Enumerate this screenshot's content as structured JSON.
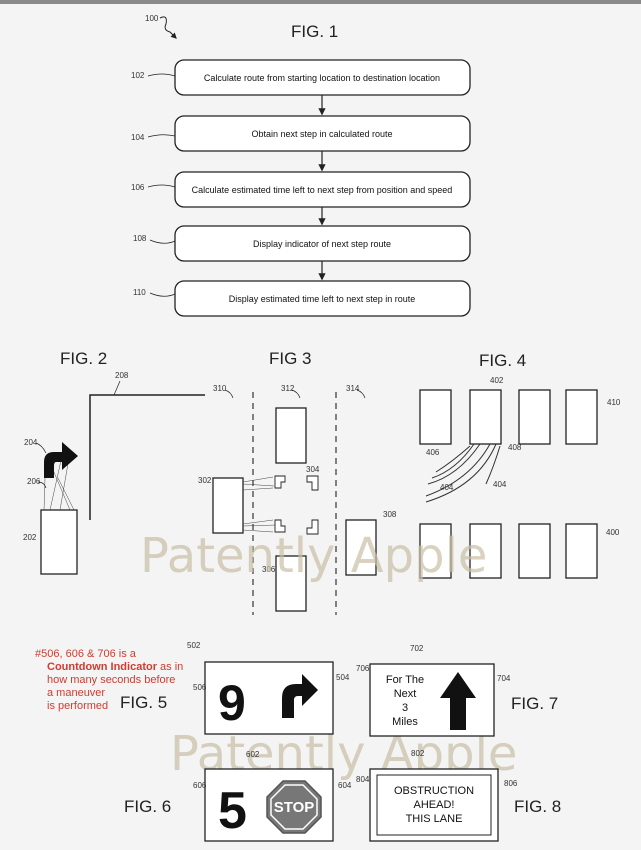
{
  "fig1": {
    "title": "FIG. 1",
    "ref_main": "100",
    "steps": [
      {
        "ref": "102",
        "text": "Calculate route from starting location to destination location"
      },
      {
        "ref": "104",
        "text": "Obtain next step in calculated route"
      },
      {
        "ref": "106",
        "text": "Calculate estimated time left to next step from position and speed"
      },
      {
        "ref": "108",
        "text": "Display indicator of next step route"
      },
      {
        "ref": "110",
        "text": "Display estimated time left to next step in route"
      }
    ]
  },
  "fig2": {
    "title": "FIG. 2",
    "refs": [
      "208",
      "204",
      "206",
      "202"
    ]
  },
  "fig3": {
    "title": "FIG 3",
    "refs": [
      "310",
      "312",
      "314",
      "304",
      "302",
      "306",
      "308"
    ]
  },
  "fig4": {
    "title": "FIG. 4",
    "refs": [
      "402",
      "410",
      "406",
      "408",
      "404",
      "404",
      "400"
    ]
  },
  "watermark": "Patently Apple",
  "annotation": {
    "line1": "#506, 606 & 706 is a",
    "bold": "Countdown Indicator",
    "line2_tail": " as in",
    "line3": "how many seconds before",
    "line4": "a maneuver",
    "line5": "is performed"
  },
  "fig5": {
    "title": "FIG. 5",
    "number": "9",
    "refs": [
      "502",
      "506",
      "504"
    ]
  },
  "fig6": {
    "title": "FIG. 6",
    "number": "5",
    "stop": "STOP",
    "refs": [
      "602",
      "606",
      "604"
    ]
  },
  "fig7": {
    "title": "FIG. 7",
    "text_lines": [
      "For The",
      "Next",
      "3",
      "Miles"
    ],
    "refs": [
      "702",
      "706",
      "704"
    ]
  },
  "fig8": {
    "title": "FIG. 8",
    "text_lines": [
      "OBSTRUCTION",
      "AHEAD!",
      "THIS LANE"
    ],
    "refs": [
      "802",
      "804",
      "806"
    ]
  },
  "colors": {
    "annotation_red": "#d23b2f",
    "watermark": "#c9bfa6",
    "page_bg": "#f4f4f4"
  }
}
